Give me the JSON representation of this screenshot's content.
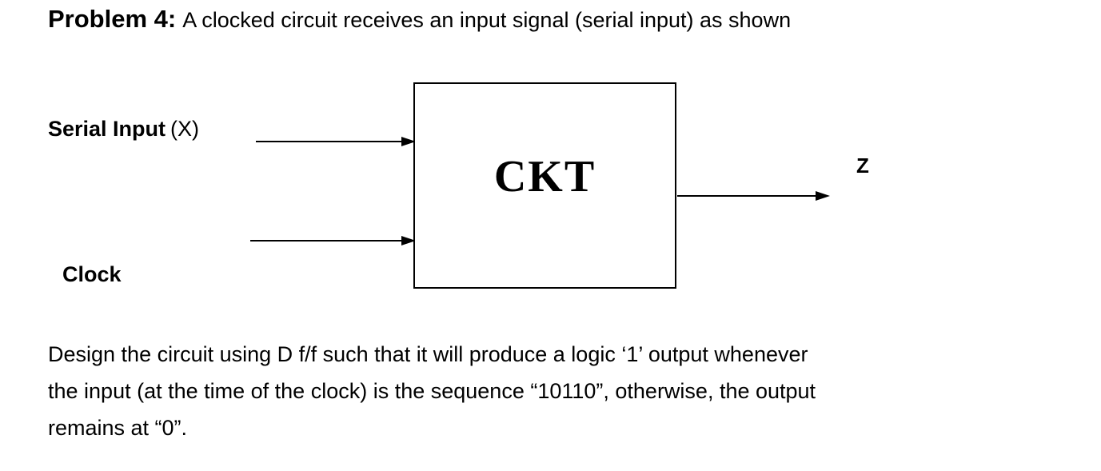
{
  "title": {
    "label": "Problem 4:",
    "text": "A clocked circuit receives an input signal (serial input) as shown"
  },
  "diagram": {
    "box_label": "CKT",
    "serial_input_label": "Serial Input",
    "serial_input_symbol": "(X)",
    "clock_label": "Clock",
    "output_label": "Z",
    "arrows": [
      {
        "name": "serial-input-arrow",
        "from": "Serial Input (X)",
        "to": "CKT",
        "direction": "right"
      },
      {
        "name": "clock-arrow",
        "from": "Clock",
        "to": "CKT",
        "direction": "right"
      },
      {
        "name": "output-arrow",
        "from": "CKT",
        "to": "Z",
        "direction": "right"
      }
    ]
  },
  "body": {
    "lines": [
      "Design the circuit using D f/f such that it will produce a logic ‘1’ output whenever",
      "the input (at the time of the clock) is the sequence “10110”, otherwise, the output",
      "remains at “0”."
    ]
  },
  "colors": {
    "background": "#ffffff",
    "ink": "#000000"
  }
}
